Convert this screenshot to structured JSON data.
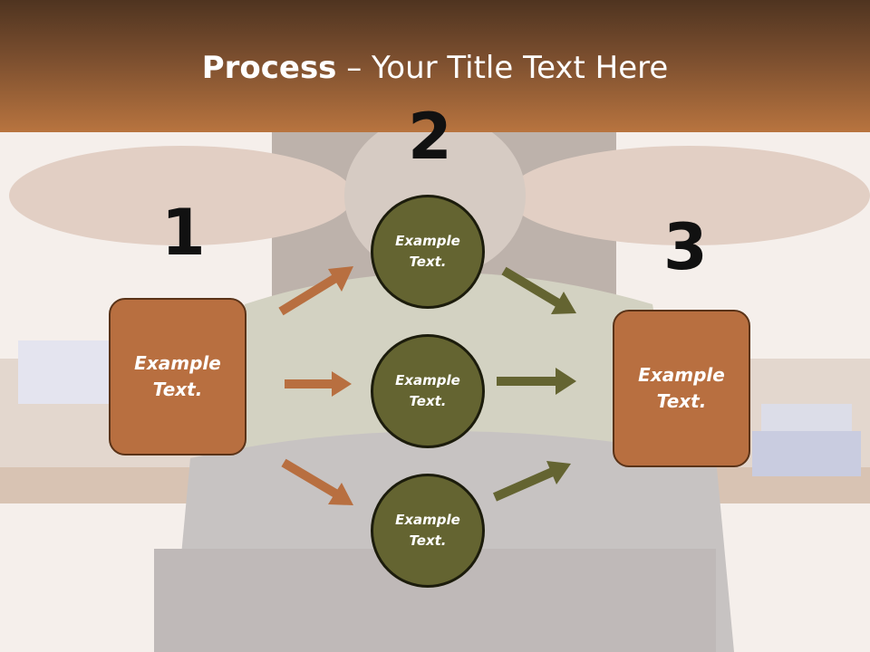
{
  "title": {
    "bold": "Process",
    "rest": " – Your Title Text Here"
  },
  "steps": {
    "one": "1",
    "two": "2",
    "three": "3"
  },
  "left_box": "Example\nText.",
  "right_box": "Example\nText.",
  "circles": [
    "Example\nText.",
    "Example\nText.",
    "Example\nText."
  ],
  "colors": {
    "header": "#7c4f2f",
    "box": "#b86f40",
    "circle": "#646431",
    "arrow_orange": "#b86f40",
    "arrow_olive": "#646431"
  }
}
